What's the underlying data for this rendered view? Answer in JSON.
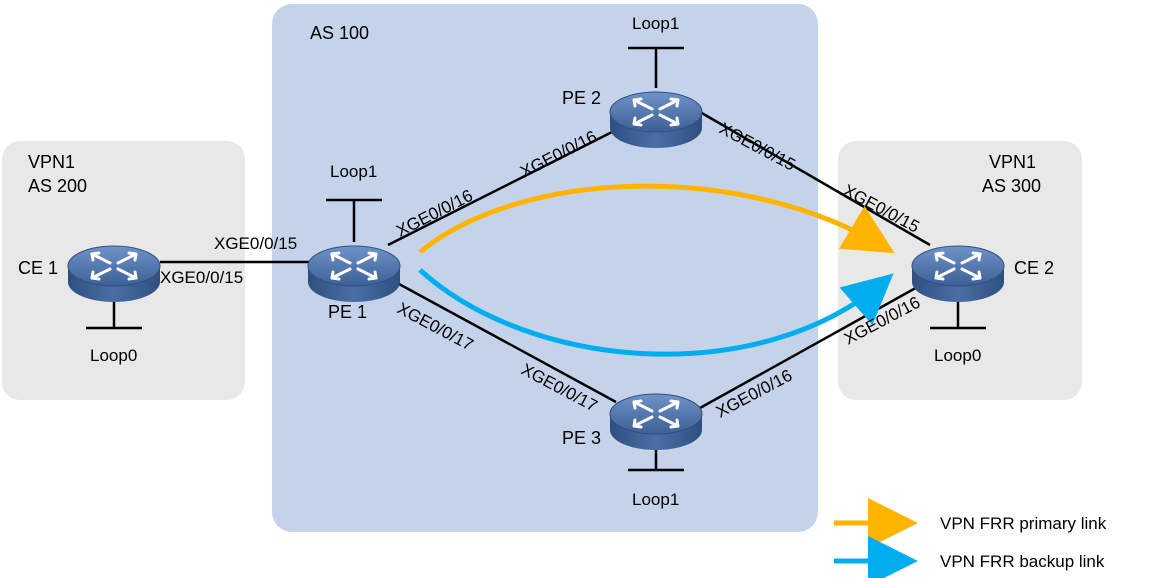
{
  "regions": {
    "vpn1_left": {
      "line1": "VPN1",
      "line2": "AS 200"
    },
    "as100": {
      "label": "AS 100"
    },
    "vpn1_right": {
      "line1": "VPN1",
      "line2": "AS 300"
    }
  },
  "devices": {
    "ce1": {
      "name": "CE 1",
      "loop": "Loop0"
    },
    "pe1": {
      "name": "PE 1",
      "loop": "Loop1"
    },
    "pe2": {
      "name": "PE 2",
      "loop": "Loop1"
    },
    "pe3": {
      "name": "PE 3",
      "loop": "Loop1"
    },
    "ce2": {
      "name": "CE 2",
      "loop": "Loop0"
    }
  },
  "interfaces": {
    "ce1_pe1": "XGE0/0/15",
    "pe1_ce1": "XGE0/0/15",
    "pe1_pe2": "XGE0/0/16",
    "pe2_pe1": "XGE0/0/16",
    "pe1_pe3": "XGE0/0/17",
    "pe3_pe1": "XGE0/0/17",
    "pe2_ce2": "XGE0/0/15",
    "ce2_pe2": "XGE0/0/15",
    "pe3_ce2": "XGE0/0/16",
    "ce2_pe3": "XGE0/0/16"
  },
  "legend": {
    "primary": {
      "label": "VPN FRR primary link",
      "color": "#ffb400"
    },
    "backup": {
      "label": "VPN FRR backup link",
      "color": "#00aeef"
    }
  },
  "colors": {
    "as100_bg": "#c5d3ea",
    "vpn_bg": "#e8e8e8",
    "router_body": "#4a6fa5"
  }
}
